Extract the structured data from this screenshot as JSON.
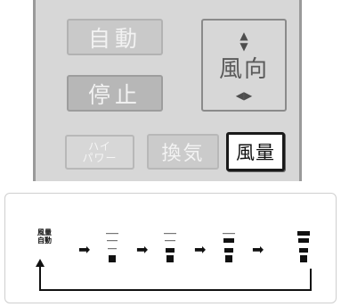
{
  "panel": {
    "auto_label": "自動",
    "stop_label": "停止",
    "direction_label": "風向",
    "direction_up_down_glyph": "▲▼",
    "direction_left_right_glyph": "◀▶",
    "hipower_line1": "ハイ",
    "hipower_line2": "パワー",
    "ventilation_label": "換気",
    "fan_speed_label": "風量"
  },
  "diagram": {
    "auto_line1": "風量",
    "auto_line2": "自動",
    "arrow_glyph": "➡",
    "fan_levels": [
      1,
      2,
      3,
      4
    ],
    "icon_names": [
      "fan-level-1-icon",
      "fan-level-2-icon",
      "fan-level-3-icon",
      "fan-level-4-icon",
      "return-loop-arrow-icon"
    ]
  }
}
